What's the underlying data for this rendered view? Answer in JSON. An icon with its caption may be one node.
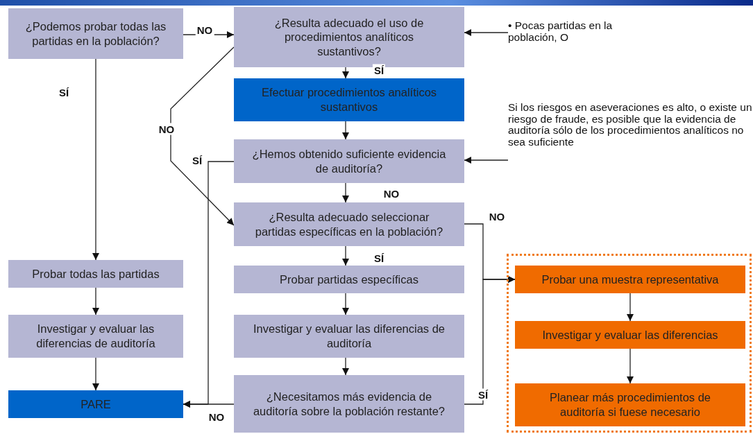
{
  "diagram": {
    "nodes": [
      {
        "text": [
          "¿Podemos probar todas las partidas en la población?"
        ]
      },
      {
        "text": [
          "¿Resulta adecuado el uso de procedimientos analíticos sustantivos?"
        ]
      },
      {
        "text": [
          "Efectuar procedimientos analíticos sustantivos"
        ]
      },
      {
        "text": [
          "¿Hemos obtenido suficiente evidencia de auditoría?"
        ]
      },
      {
        "text": [
          "¿Resulta adecuado seleccionar partidas específicas en la población?"
        ]
      },
      {
        "text": [
          "Probar partidas específicas"
        ]
      },
      {
        "text": [
          "Investigar y evaluar las diferencias de auditoría"
        ]
      },
      {
        "text": [
          "¿Necesitamos más evidencia de auditoría sobre la población restante?"
        ]
      },
      {
        "text": [
          "Probar todas las partidas"
        ]
      },
      {
        "text": [
          "Investigar y evaluar las diferencias de auditoría"
        ]
      },
      {
        "text": [
          "PARE"
        ]
      },
      {
        "text": [],
        "shape": "box"
      },
      {
        "text": [
          "Probar una muestra representativa"
        ],
        "in": 11
      },
      {
        "text": [
          "Investigar y evaluar las diferencias"
        ],
        "in": 11
      },
      {
        "text": [
          "Planear más procedimientos de auditoría si fuese necesario"
        ],
        "in": 11
      },
      {
        "text": [
          "• Pocas partidas en la población, O"
        ]
      },
      {
        "text": [
          "Si los riesgos en aseveraciones es alto, o existe un riesgo de fraude, es posible que la evidencia de auditoría sólo de los procedimientos analíticos no sea suficiente"
        ]
      }
    ],
    "edges": [
      {
        "from": 0,
        "to": 1,
        "arrow": "to",
        "label": "NO"
      },
      {
        "from": 0,
        "to": 8,
        "arrow": "to",
        "label": "SÍ"
      },
      {
        "from": 1,
        "to": 2,
        "arrow": "to",
        "label": "SÍ"
      },
      {
        "from": 1,
        "to": 4,
        "arrow": "to",
        "label": "NO"
      },
      {
        "from": 2,
        "to": 3,
        "arrow": "to"
      },
      {
        "from": 3,
        "to": 4,
        "arrow": "to",
        "label": "NO"
      },
      {
        "from": 3,
        "to": 10,
        "arrow": "to",
        "label": "SÍ"
      },
      {
        "from": 7,
        "to": 10,
        "arrow": "to",
        "label": "NO"
      },
      {
        "from": 4,
        "to": 5,
        "arrow": "to",
        "label": "SÍ"
      },
      {
        "from": 4,
        "to": 12,
        "arrow": "to",
        "label": "NO"
      },
      {
        "from": 7,
        "to": 12,
        "arrow": "to",
        "label": "SÍ"
      },
      {
        "from": 5,
        "to": 6,
        "arrow": "to"
      },
      {
        "from": 6,
        "to": 7,
        "arrow": "to"
      },
      {
        "from": 8,
        "to": 9,
        "arrow": "to"
      },
      {
        "from": 9,
        "to": 10,
        "arrow": "to"
      },
      {
        "from": 12,
        "to": 13,
        "arrow": "to"
      },
      {
        "from": 13,
        "to": 14,
        "arrow": "to"
      },
      {
        "from": 15,
        "to": 1,
        "arrow": "to"
      },
      {
        "from": 16,
        "to": 3,
        "arrow": "to"
      }
    ]
  }
}
